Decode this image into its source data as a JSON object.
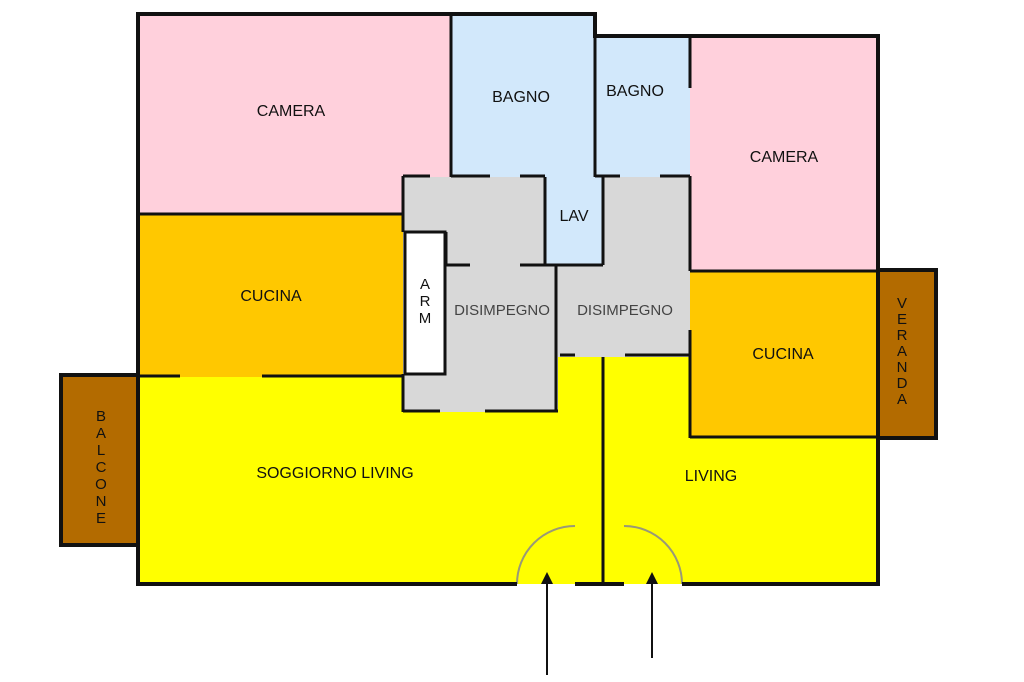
{
  "colors": {
    "camera": "#ffd0dc",
    "bagno": "#d2e8fb",
    "disimpegno": "#d8d8d8",
    "cucina": "#ffc800",
    "living": "#ffff00",
    "balcone": "#b36b00",
    "veranda": "#b36b00",
    "lav": "#d2e8fb",
    "arm": "#ffffff",
    "door": "#c8c8a0"
  },
  "rooms": {
    "camera_left": "CAMERA",
    "bagno_left": "BAGNO",
    "bagno_right": "BAGNO",
    "camera_right": "CAMERA",
    "lav": "LAV",
    "cucina_left": "CUCINA",
    "arm": "ARM",
    "disimpegno_left": "DISIMPEGNO",
    "disimpegno_right": "DISIMPEGNO",
    "cucina_right": "CUCINA",
    "veranda": "VERANDA",
    "balcone": "BALCONE",
    "soggiorno": "SOGGIORNO LIVING",
    "living": "LIVING"
  }
}
